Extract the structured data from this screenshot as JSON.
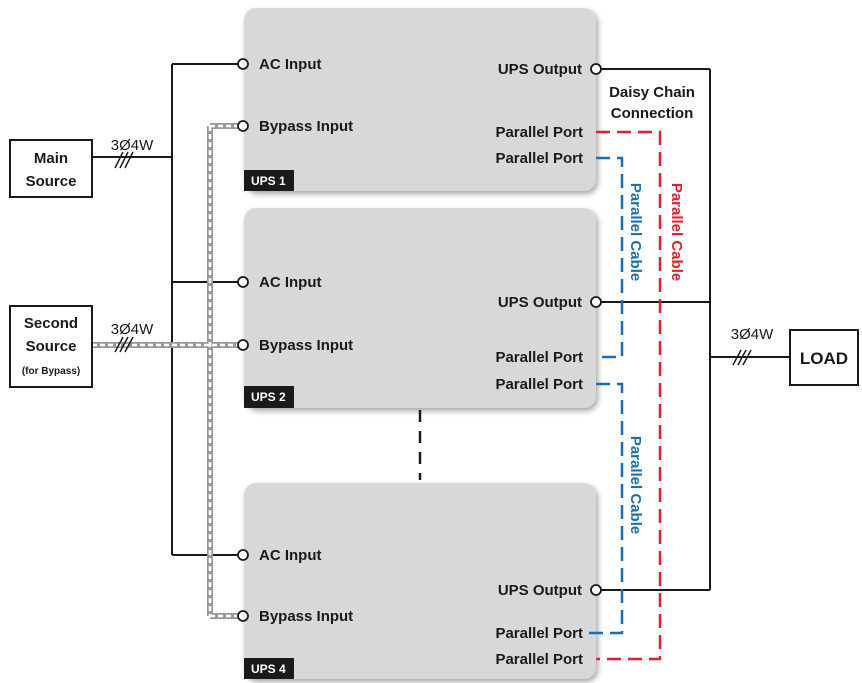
{
  "colors": {
    "ups_fill": "#d8d8d8",
    "line": "#1a1a1a",
    "blue_cable": "#1a6fb4",
    "red_cable": "#e0202e",
    "tag_bg": "#1a1a1a"
  },
  "sources": {
    "main_line1": "Main",
    "main_line2": "Source",
    "second_line1": "Second",
    "second_line2": "Source",
    "second_note": "(for Bypass)",
    "wiring_main": "3Ø4W",
    "wiring_second": "3Ø4W"
  },
  "load": {
    "label": "LOAD",
    "wiring": "3Ø4W"
  },
  "daisy_chain": {
    "line1": "Daisy Chain",
    "line2": "Connection"
  },
  "cables": {
    "blue_upper": "Parallel Cable",
    "red": "Parallel Cable",
    "blue_lower": "Parallel Cable"
  },
  "ups_units": [
    {
      "tag": "UPS 1",
      "ac_input": "AC Input",
      "bypass_input": "Bypass Input",
      "ups_output": "UPS Output",
      "parallel_port_a": "Parallel Port",
      "parallel_port_b": "Parallel Port"
    },
    {
      "tag": "UPS 2",
      "ac_input": "AC Input",
      "bypass_input": "Bypass Input",
      "ups_output": "UPS Output",
      "parallel_port_a": "Parallel Port",
      "parallel_port_b": "Parallel Port"
    },
    {
      "tag": "UPS 4",
      "ac_input": "AC Input",
      "bypass_input": "Bypass Input",
      "ups_output": "UPS Output",
      "parallel_port_a": "Parallel Port",
      "parallel_port_b": "Parallel Port"
    }
  ]
}
